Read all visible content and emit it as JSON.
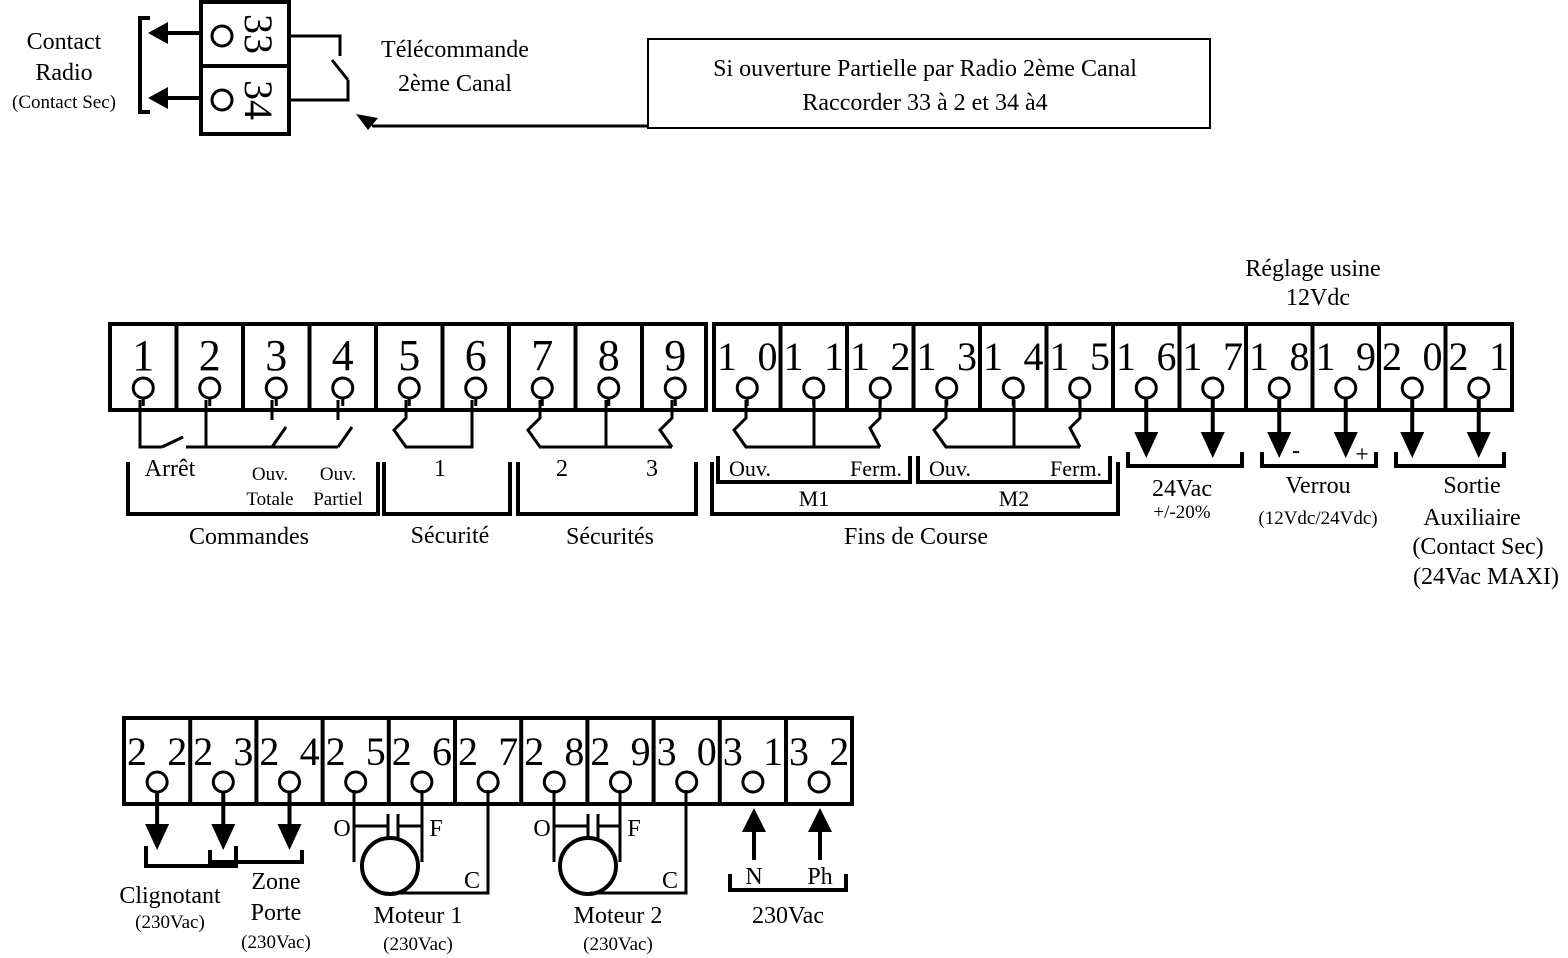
{
  "top": {
    "contact_radio_line1": "Contact",
    "contact_radio_line2": "Radio",
    "contact_radio_line3": "(Contact Sec)",
    "term_33": "33",
    "term_34": "34",
    "telecommande_line1": "Télécommande",
    "telecommande_line2": "2ème Canal",
    "note_line1": "Si ouverture Partielle par Radio 2ème Canal",
    "note_line2": "Raccorder 33 à 2 et 34 à4"
  },
  "reglage": {
    "line1": "Réglage usine",
    "line2": "12Vdc"
  },
  "strip1": {
    "terminals": [
      "1",
      "2",
      "3",
      "4",
      "5",
      "6",
      "7",
      "8",
      "9",
      "10",
      "11",
      "12",
      "13",
      "14",
      "15",
      "16",
      "17",
      "18",
      "19",
      "20",
      "21"
    ],
    "arret": "Arrêt",
    "ouv_totale_1": "Ouv.",
    "ouv_totale_2": "Totale",
    "ouv_partiel_1": "Ouv.",
    "ouv_partiel_2": "Partiel",
    "commandes": "Commandes",
    "sec_1": "1",
    "securite": "Sécurité",
    "sec_2": "2",
    "sec_3": "3",
    "securites": "Sécurités",
    "m1_ouv": "Ouv.",
    "m1_ferm": "Ferm.",
    "m1": "M1",
    "m2_ouv": "Ouv.",
    "m2_ferm": "Ferm.",
    "m2": "M2",
    "fins_de_course": "Fins de Course",
    "v24_line1": "24Vac",
    "v24_line2": "+/-20%",
    "verrou_minus": "-",
    "verrou_plus": "+",
    "verrou": "Verrou",
    "verrou_volt": "(12Vdc/24Vdc)",
    "sortie_line1": "Sortie",
    "sortie_line2": "Auxiliaire",
    "sortie_line3": "(Contact Sec)",
    "sortie_line4": "(24Vac MAXI)"
  },
  "strip2": {
    "terminals": [
      "22",
      "23",
      "24",
      "25",
      "26",
      "27",
      "28",
      "29",
      "30",
      "31",
      "32"
    ],
    "clignotant": "Clignotant",
    "clignotant_volt": "(230Vac)",
    "zone_line1": "Zone",
    "zone_line2": "Porte",
    "zone_volt": "(230Vac)",
    "m1_o": "O",
    "m1_f": "F",
    "m1_c": "C",
    "moteur1": "Moteur 1",
    "moteur1_volt": "(230Vac)",
    "m2_o": "O",
    "m2_f": "F",
    "m2_c": "C",
    "moteur2": "Moteur 2",
    "moteur2_volt": "(230Vac)",
    "n": "N",
    "ph": "Ph",
    "v230": "230Vac"
  }
}
